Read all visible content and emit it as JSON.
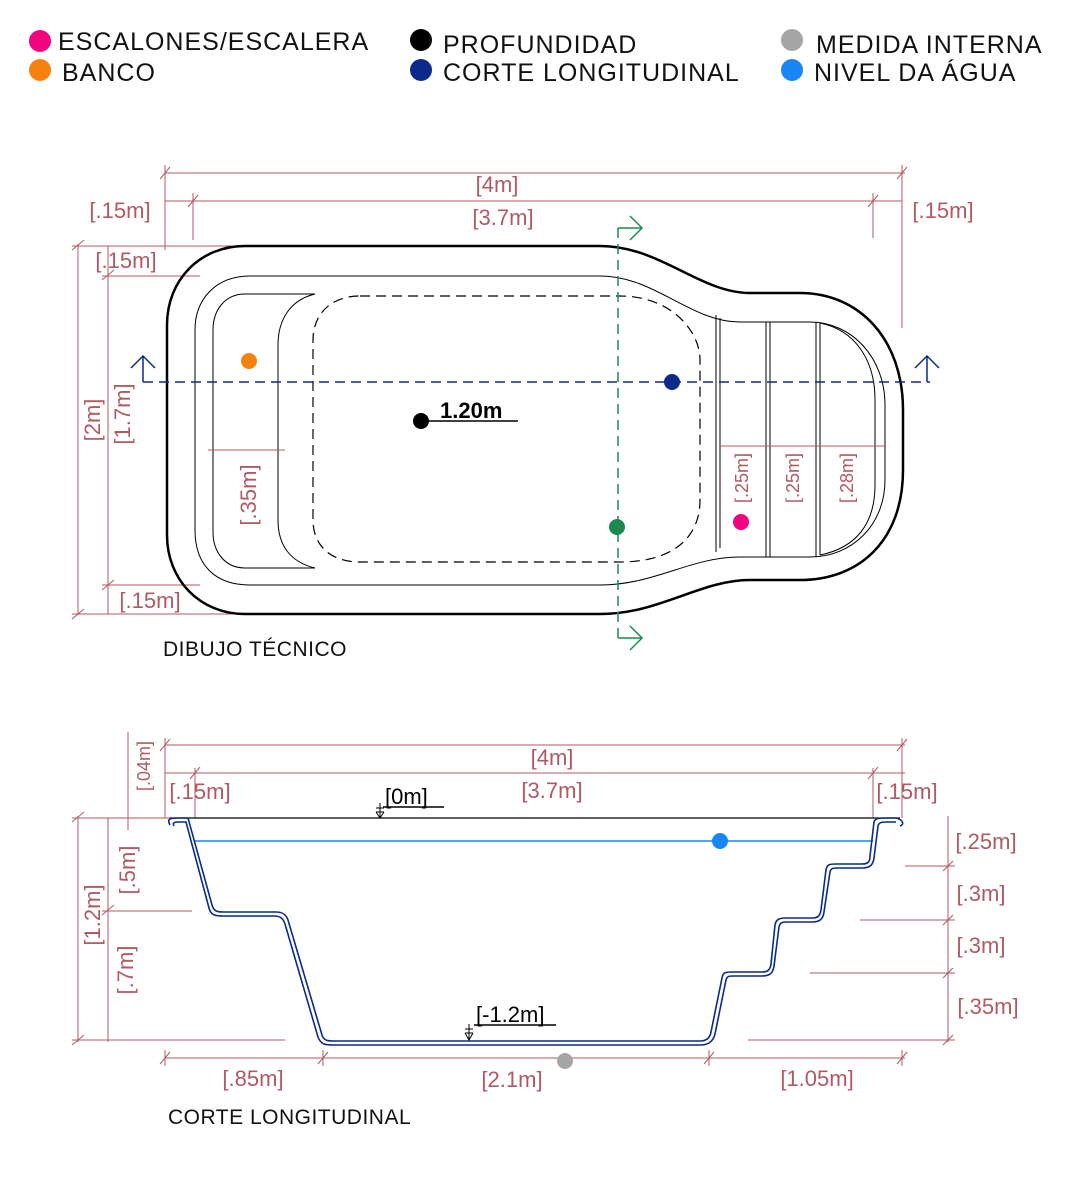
{
  "legend": [
    {
      "label": "ESCALONES/ESCALERA",
      "color": "#f0047f"
    },
    {
      "label": "BANCO",
      "color": "#f5820f"
    },
    {
      "label": "PROFUNDIDAD",
      "color": "#000000"
    },
    {
      "label": "CORTE LONGITUDINAL",
      "color": "#0b2a8c"
    },
    {
      "label": "MEDIDA INTERNA",
      "color": "#a6a6a6"
    },
    {
      "label": "NIVEL DA ÁGUA",
      "color": "#1a86f5"
    }
  ],
  "plan": {
    "caption": "DIBUJO TÉCNICO",
    "depth_label": "1.20m",
    "dims": {
      "total_length": "[4m]",
      "inner_length": "[3.7m]",
      "left_wall": "[.15m]",
      "right_wall": "[.15m]",
      "top_wall": "[.15m]",
      "bottom_wall": "[.15m]",
      "total_width": "[2m]",
      "inner_width": "[1.7m]",
      "bench_depth": "[.35m]",
      "step1": "[.25m]",
      "step2": "[.25m]",
      "step3": "[.28m]"
    },
    "colors": {
      "section_line": "#0b2a8c",
      "cross_section": "#1a8a4f",
      "dimension": "#b15a63"
    }
  },
  "section": {
    "caption": "CORTE LONGITUDINAL",
    "level_top": "[0m]",
    "level_bottom": "[-1.2m]",
    "dims": {
      "lip": "[.04m]",
      "total_length": "[4m]",
      "inner_length": "[3.7m]",
      "left_wall": "[.15m]",
      "right_wall": "[.15m]",
      "total_depth": "[1.2m]",
      "bench_height": "[.5m]",
      "lower_depth": "[.7m]",
      "riser1": "[.25m]",
      "riser2": "[.3m]",
      "riser3": "[.3m]",
      "riser4": "[.35m]",
      "floor_left": "[.85m]",
      "floor_mid": "[2.1m]",
      "floor_right": "[1.05m]"
    }
  }
}
